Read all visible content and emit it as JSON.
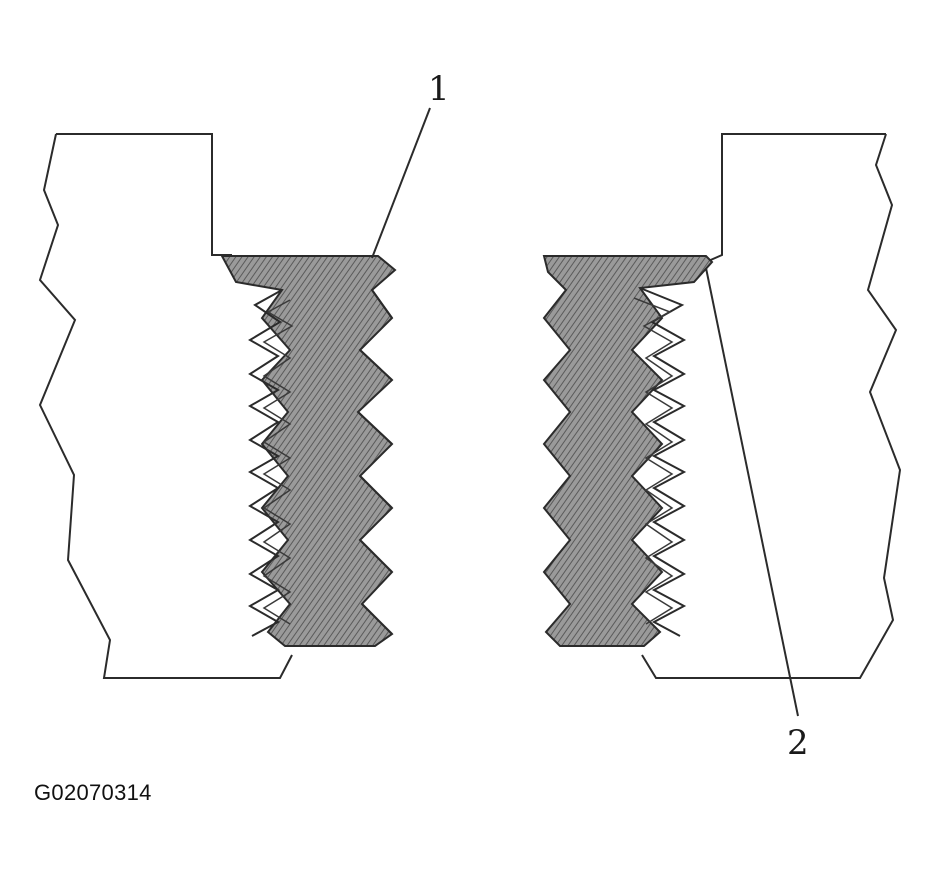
{
  "callouts": {
    "one": "1",
    "two": "2"
  },
  "figure_id": "G02070314",
  "colors": {
    "line": "#2b2b2b",
    "thread_fill": "#8c8c8c",
    "thread_dark": "#4a4a4a",
    "background": "#ffffff"
  }
}
